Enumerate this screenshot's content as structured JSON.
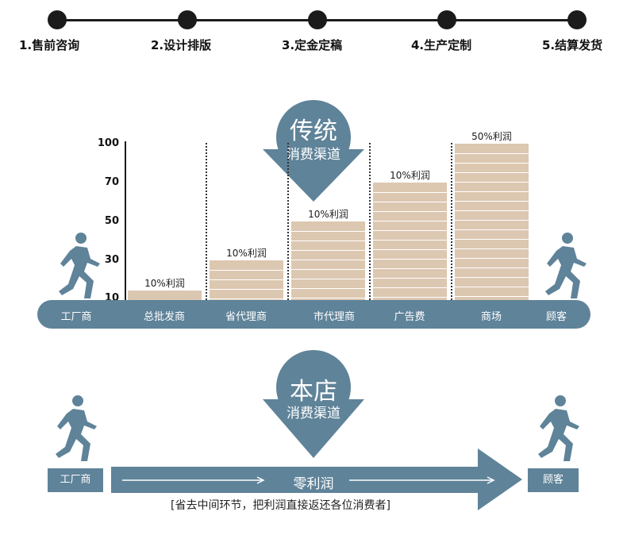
{
  "steps": [
    {
      "label": "1.售前咨询"
    },
    {
      "label": "2.设计排版"
    },
    {
      "label": "3.定金定稿"
    },
    {
      "label": "4.生产定制"
    },
    {
      "label": "5.结算发货"
    }
  ],
  "traditional": {
    "badge_title": "传统",
    "badge_subtitle": "消费渠道",
    "y_ticks": [
      "100",
      "70",
      "50",
      "30",
      "10"
    ],
    "bars": [
      {
        "label": "10%利润",
        "value": 10
      },
      {
        "label": "10%利润",
        "value": 30
      },
      {
        "label": "10%利润",
        "value": 50
      },
      {
        "label": "10%利润",
        "value": 70
      },
      {
        "label": "50%利润",
        "value": 100
      }
    ],
    "channel": [
      "工厂商",
      "总批发商",
      "省代理商",
      "市代理商",
      "广告费",
      "商场",
      "顾客"
    ]
  },
  "ours": {
    "badge_title": "本店",
    "badge_subtitle": "消费渠道",
    "from": "工厂商",
    "to": "顾客",
    "arrow_label": "零利润",
    "note": "[省去中间环节，把利润直接返还各位消费者]"
  },
  "colors": {
    "accent": "#5f8399",
    "bar": "#dcc7b1",
    "line": "#1b1b1b"
  },
  "icons": [
    "walking-person-icon",
    "arrow-down-badge-icon",
    "long-right-arrow-icon"
  ]
}
